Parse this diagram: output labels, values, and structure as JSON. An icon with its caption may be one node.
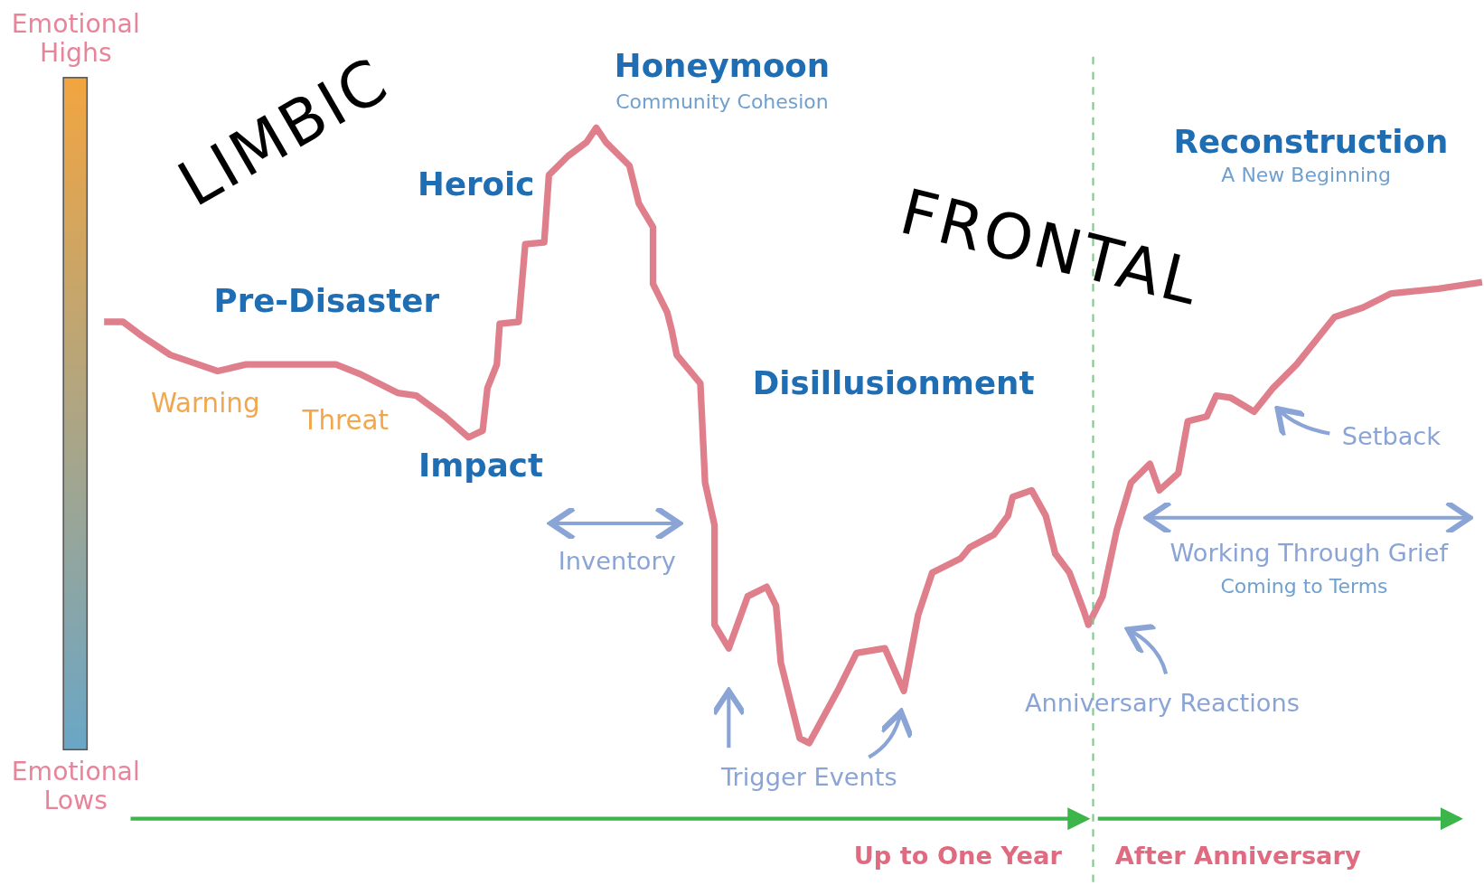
{
  "diagram": {
    "nodes": [
      {
        "text": [
          "Trigger Events"
        ]
      },
      {
        "text": [
          "Anniversary Reactions"
        ]
      },
      {
        "text": [
          "Setback"
        ]
      }
    ],
    "edges": [
      {
        "from": 0,
        "to": null,
        "arrow": "to"
      },
      {
        "from": 0,
        "to": null,
        "arrow": "to"
      },
      {
        "from": 1,
        "to": null,
        "arrow": "to"
      },
      {
        "from": 2,
        "to": null,
        "arrow": "to"
      }
    ],
    "labels": [
      "Emotional Highs",
      "LIMBIC",
      "Honeymoon",
      "Community Cohesion",
      "Heroic",
      "Reconstruction",
      "A New Beginning",
      "FRONTAL",
      "Pre-Disaster",
      "Warning",
      "Threat",
      "Disillusionment",
      "Impact",
      "Inventory",
      "Working Through Grief",
      "Coming to Terms",
      "Emotional Lows",
      "Up to One Year",
      "After Anniversary"
    ]
  }
}
